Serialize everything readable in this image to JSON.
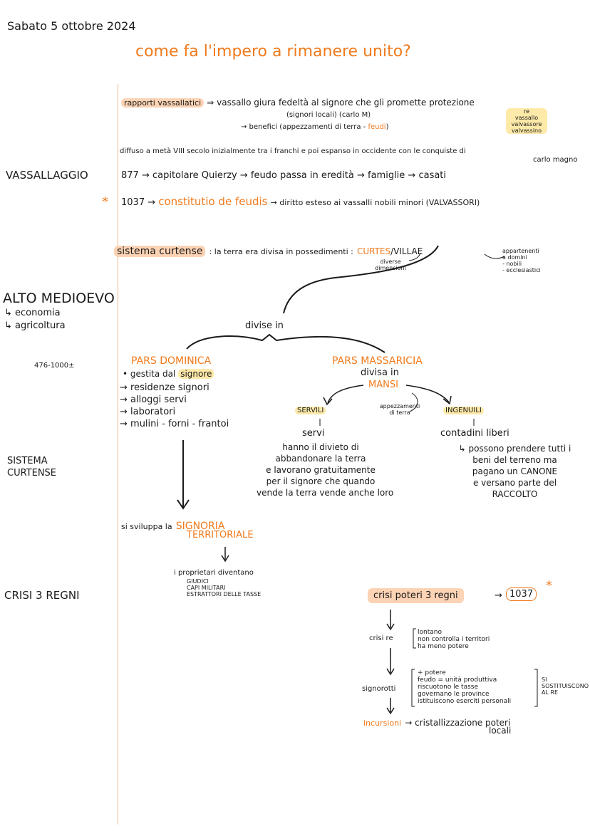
{
  "header": {
    "date": "Sabato 5 ottobre 2024",
    "question": "come fa l'impero a rimanere unito?"
  },
  "side_labels": {
    "vassallaggio": "VASSALLAGGIO",
    "alto_medioevo": "ALTO MEDIOEVO",
    "economia": "↳ economia",
    "agricoltura": "↳ agricoltura",
    "years": "476-1000±",
    "sistema": "SISTEMA",
    "curtense": "CURTENSE",
    "crisi": "CRISI 3 REGNI"
  },
  "vassal": {
    "rapporti": "rapporti vassallatici",
    "rapporti_text": "⇒ vassallo giura fedeltà al signore che gli promette protezione",
    "signori": "(signori locali) (carlo M)",
    "benefici": "→ benefici (appezzamenti di terra -",
    "feudi": "feudi",
    "close": ")",
    "hier1": "re",
    "hier2": "vassallo",
    "hier3": "valvassore",
    "hier4": "valvassino",
    "diffuso": "diffuso a metà VIII secolo inizialmente tra i franchi e poi espanso in occidente con le conquiste di",
    "carlo": "carlo magno",
    "y877": "877 → capitolare Quierzy → feudo passa in eredità → famiglie → casati",
    "star": "*",
    "y1037": "1037 →",
    "constitutio": "constitutio de feudis",
    "y1037_rest": "→ diritto esteso ai vassalli nobili minori (VALVASSORI)"
  },
  "curtense": {
    "sistema": "sistema curtense",
    "text": ": la terra era divisa in possedimenti :",
    "curtes": "CURTES",
    "villae": "/VILLAE",
    "diverse1": "diverse",
    "diverse2": "dimensioni",
    "app1": "appartenenti",
    "app2": "a domini",
    "app3": "- nobili",
    "app4": "- ecclesiastici",
    "divise": "divise in"
  },
  "dominica": {
    "title": "PARS DOMINICA",
    "l1a": "• gestita dal",
    "l1b": "signore",
    "l2": "→ residenze signori",
    "l3": "→ alloggi servi",
    "l4": "→ laboratori",
    "l5": "→ mulini - forni - frantoi"
  },
  "massaricia": {
    "title": "PARS MASSARICIA",
    "divisa": "divisa in",
    "mansi": "MANSI",
    "serviles": "SERVILI",
    "ingenuili": "INGENUILI",
    "app1": "appezzamenti",
    "app2": "di terra",
    "servi": "servi",
    "s1": "hanno il divieto di",
    "s2": "abbandonare la terra",
    "s3": "e lavorano gratuitamente",
    "s4": "per il signore che quando",
    "s5": "vende la terra vende anche loro",
    "contadini": "contadini liberi",
    "c1": "↳ possono prendere tutti i",
    "c2": "beni del terreno ma",
    "c3": "pagano un CANONE",
    "c4": "e versano parte del",
    "c5": "RACCOLTO"
  },
  "signoria": {
    "sviluppa": "si sviluppa la",
    "signoria": "SIGNORIA",
    "territoriale": "TERRITORIALE",
    "prop": "i proprietari diventano",
    "p1": "GIUDICI",
    "p2": "CAPI MILITARI",
    "p3": "ESTRATTORI DELLE TASSE"
  },
  "crisi": {
    "title": "crisi poteri 3 regni",
    "arrow": "→",
    "year": "1037",
    "star": "*",
    "re": "crisi re",
    "re1": "lontano",
    "re2": "non controlla i territori",
    "re3": "ha meno potere",
    "signorotti": "signorotti",
    "s1": "+ potere",
    "s2": "feudo = unità produttiva",
    "s3": "riscuotono le tasse",
    "s4": "governano le province",
    "s5": "istituiscono eserciti personali",
    "sost1": "SI",
    "sost2": "SOSTITUISCONO",
    "sost3": "AL RE",
    "incursioni": "incursioni",
    "cristal": "→ cristallizzazione poteri",
    "locali": "locali"
  }
}
